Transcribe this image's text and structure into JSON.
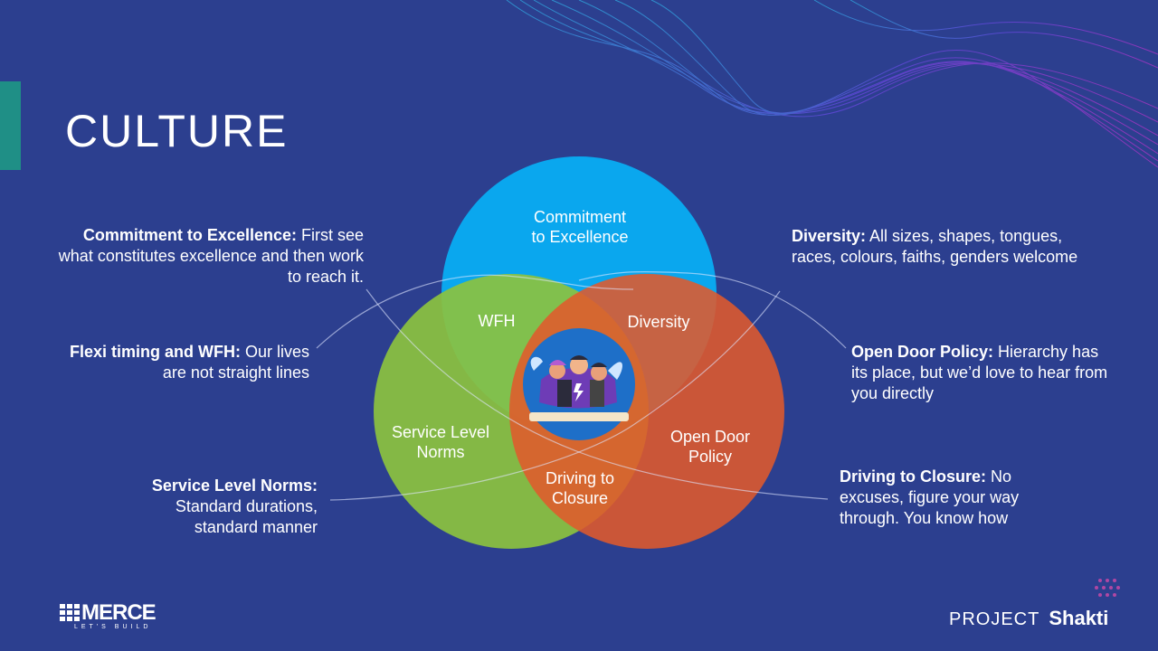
{
  "slide": {
    "title": "CULTURE"
  },
  "colors": {
    "background": "#2c3f8f",
    "accent_bar": "#1f8f86",
    "circle_top": "#0aa7ee",
    "circle_left": "#8cc23f",
    "circle_right": "#e05a2c"
  },
  "venn": {
    "top": "Commitment\nto Excellence",
    "left": "Service Level\nNorms",
    "right": "Open Door\nPolicy",
    "top_left": "WFH",
    "top_right": "Diversity",
    "left_right": "Driving to\nClosure"
  },
  "descriptions": {
    "excellence": {
      "head": "Commitment to Excellence:",
      "body": " First see what constitutes excellence and then work to reach it."
    },
    "flexi": {
      "head": "Flexi timing and WFH:",
      "body": " Our lives are not straight lines"
    },
    "service": {
      "head": "Service Level Norms:",
      "body": " Standard durations, standard manner"
    },
    "diversity": {
      "head": "Diversity:",
      "body": " All sizes, shapes, tongues, races, colours, faiths, genders welcome"
    },
    "opendoor": {
      "head": "Open Door Policy:",
      "body": " Hierarchy has its place, but we’d love to hear from you directly"
    },
    "closure": {
      "head": "Driving to Closure:",
      "body": " No excuses, figure your way through. You know how"
    }
  },
  "logos": {
    "merce": "MERCE",
    "merce_tagline": "LET'S BUILD",
    "project": "PROJECT",
    "shakti": "Shakti"
  }
}
